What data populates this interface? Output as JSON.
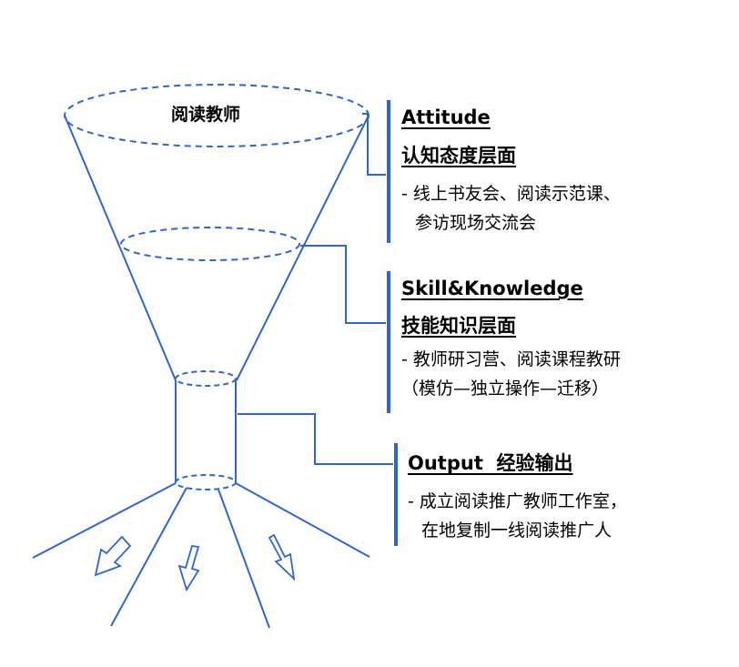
{
  "funnel": {
    "title": "阅读教师"
  },
  "stages": [
    {
      "heading_en": "Attitude",
      "heading_zh": "认知态度层面",
      "lines": [
        "- 线上书友会、阅读示范课、",
        "参访现场交流会"
      ]
    },
    {
      "heading_en": "Skill&Knowledge",
      "heading_zh": "技能知识层面",
      "lines": [
        "- 教师研习营、阅读课程教研",
        "（模仿—独立操作—迁移）"
      ]
    },
    {
      "heading_en": "Output  经验输出",
      "lines": [
        "- 成立阅读推广教师工作室，",
        "在地复制一线阅读推广人"
      ]
    }
  ],
  "colors": {
    "line": "#2f66c8",
    "text": "#000000"
  }
}
